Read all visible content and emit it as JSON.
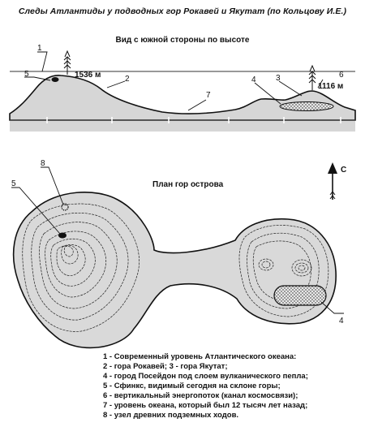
{
  "title": "Следы Атлантиды у подводных гор Рокавей и Якутат (по Кольцову И.Е.)",
  "side_view": {
    "caption": "Вид с южной стороны по высоте",
    "elevation_rockaway": "1536 м",
    "elevation_yakutat": "1116 м",
    "callouts": [
      "1",
      "2",
      "3",
      "4",
      "5",
      "6",
      "7"
    ]
  },
  "plan_view": {
    "caption": "План гор острова",
    "north_label": "С",
    "callouts": [
      "4",
      "5",
      "8"
    ]
  },
  "legend": [
    "1 - Современный уровень Атлантического океана:",
    "2 - гора Рокавей; 3 - гора Якутат;",
    "4 - город Посейдон под слоем вулканического пепла;",
    "5 - Сфинкс, видимый сегодня на склоне горы;",
    "6 - вертикальный энергопоток (канал космосвязи);",
    "7 - уровень океана, который был 12 тысяч лет назад;",
    "8 - узел древних подземных ходов."
  ]
}
